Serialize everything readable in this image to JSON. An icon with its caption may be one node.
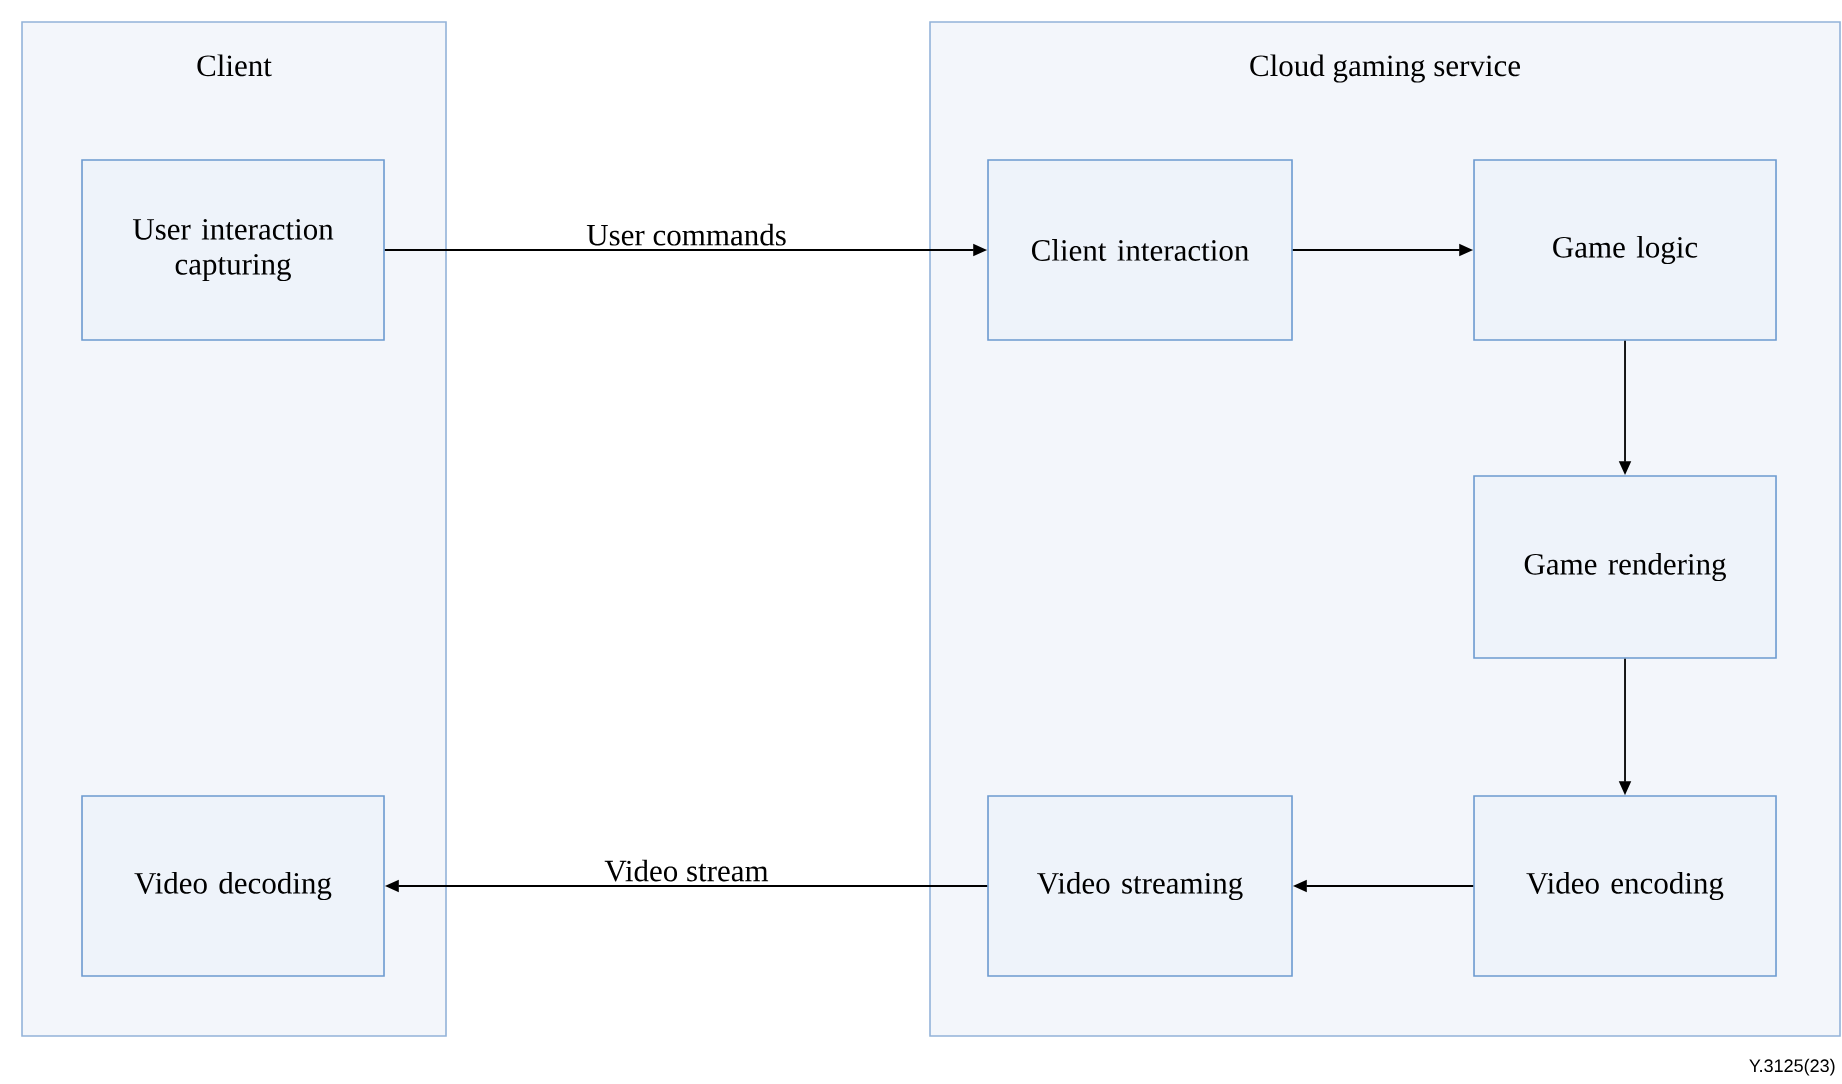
{
  "diagram": {
    "nodes": [
      {
        "text": [
          "Client"
        ]
      },
      {
        "text": [
          "User interaction capturing"
        ],
        "in": 0
      },
      {
        "text": [
          "Video decoding"
        ],
        "in": 0
      },
      {
        "text": [
          "Cloud gaming service"
        ]
      },
      {
        "text": [
          "Client interaction"
        ],
        "in": 3
      },
      {
        "text": [
          "Game logic"
        ],
        "in": 3
      },
      {
        "text": [
          "Game rendering"
        ],
        "in": 3
      },
      {
        "text": [
          "Video streaming"
        ],
        "in": 3
      },
      {
        "text": [
          "Video encoding"
        ],
        "in": 3
      }
    ],
    "edges": [
      {
        "from": 1,
        "to": 4,
        "arrow": "to",
        "label": "User commands"
      },
      {
        "from": 4,
        "to": 5,
        "arrow": "to"
      },
      {
        "from": 5,
        "to": 6,
        "arrow": "to"
      },
      {
        "from": 6,
        "to": 8,
        "arrow": "to"
      },
      {
        "from": 8,
        "to": 7,
        "arrow": "to"
      },
      {
        "from": 7,
        "to": 2,
        "arrow": "to",
        "label": "Video stream"
      }
    ],
    "labels": [
      "Y.3125(23)"
    ]
  }
}
